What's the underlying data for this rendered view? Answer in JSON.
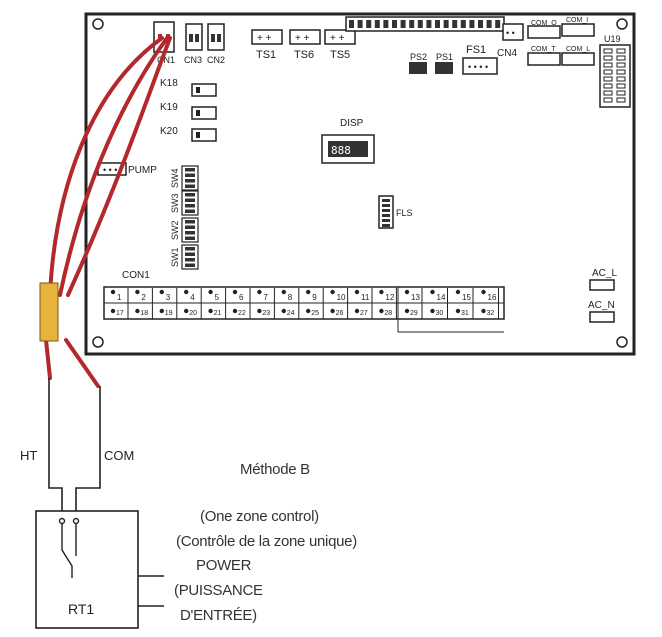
{
  "board": {
    "connectors_top": [
      "CN1",
      "CN3",
      "CN2",
      "TS1",
      "TS6",
      "TS5",
      "PS2",
      "PS1",
      "FS1",
      "CN4",
      "COM_O",
      "COM_I",
      "COM_T",
      "COM_L",
      "U19"
    ],
    "relays": [
      "K18",
      "K19",
      "K20"
    ],
    "pump": "PUMP",
    "disp": "DISP",
    "switches": [
      "SW4",
      "SW3",
      "SW2",
      "SW1"
    ],
    "fls": "FLS",
    "con1": "CON1",
    "ac_l": "AC_L",
    "ac_n": "AC_N",
    "terminals_top": [
      "1",
      "2",
      "3",
      "4",
      "5",
      "6",
      "7",
      "8",
      "9",
      "10",
      "11",
      "12",
      "13",
      "14",
      "15",
      "16"
    ],
    "terminals_bottom": [
      "17",
      "18",
      "19",
      "20",
      "21",
      "22",
      "23",
      "24",
      "25",
      "26",
      "27",
      "28",
      "29",
      "30",
      "31",
      "32"
    ]
  },
  "wires": {
    "ht": "HT",
    "com": "COM"
  },
  "thermostat": {
    "label": "RT1"
  },
  "text": {
    "method": "Méthode B",
    "zone_en": "(One zone control)",
    "zone_fr": "(Contrôle de la zone unique)",
    "power_1": "POWER",
    "power_2": "(PUISSANCE",
    "power_3": "D'ENTRÉE)"
  },
  "colors": {
    "wire": "#b3282d",
    "sleeve": "#e8b33c",
    "board_outline": "#222222"
  }
}
